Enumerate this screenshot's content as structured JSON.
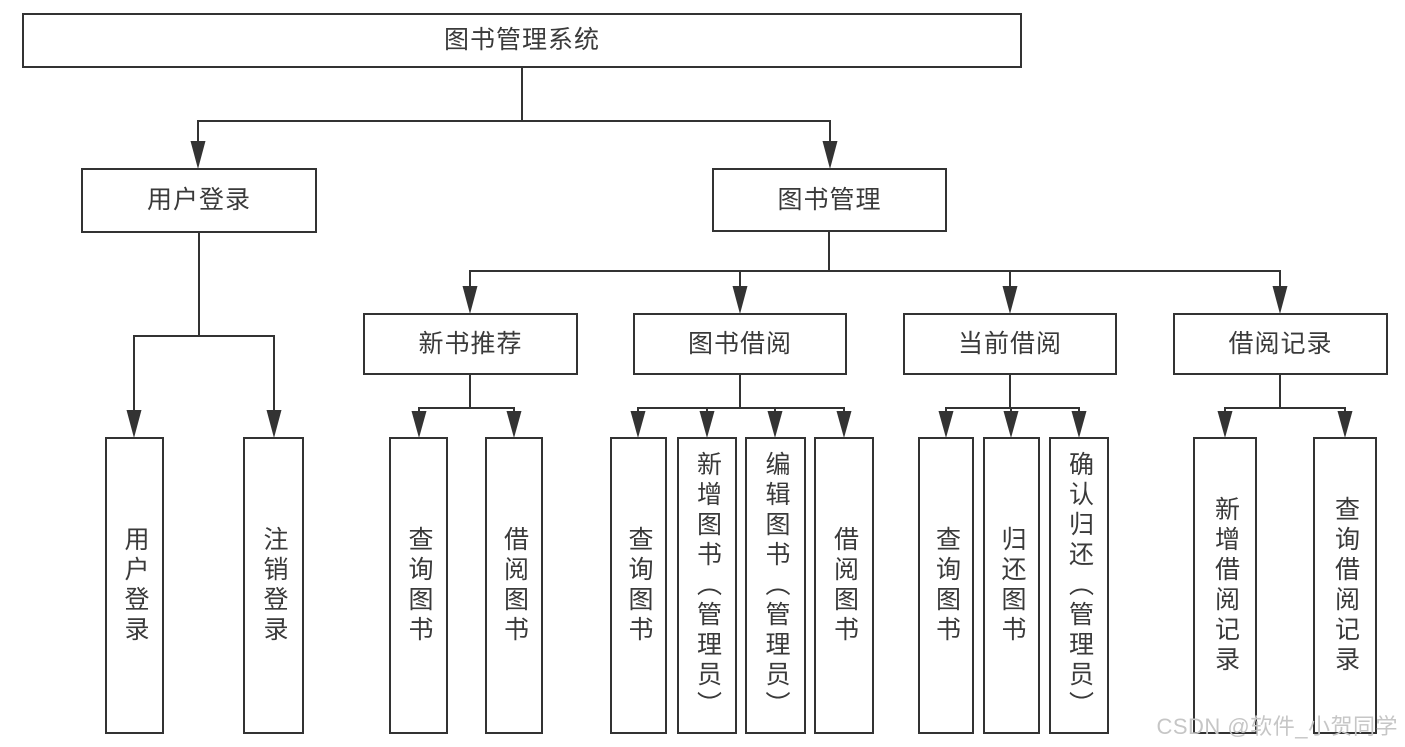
{
  "tree": {
    "root": {
      "label": "图书管理系统"
    },
    "children": [
      {
        "label": "用户登录",
        "children": [
          {
            "label": "用户登录"
          },
          {
            "label": "注销登录"
          }
        ]
      },
      {
        "label": "图书管理",
        "children": [
          {
            "label": "新书推荐",
            "children": [
              {
                "label": "查询图书"
              },
              {
                "label": "借阅图书"
              }
            ]
          },
          {
            "label": "图书借阅",
            "children": [
              {
                "label": "查询图书"
              },
              {
                "label": "新增图书（管理员）"
              },
              {
                "label": "编辑图书（管理员）"
              },
              {
                "label": "借阅图书"
              }
            ]
          },
          {
            "label": "当前借阅",
            "children": [
              {
                "label": "查询图书"
              },
              {
                "label": "归还图书"
              },
              {
                "label": "确认归还（管理员）"
              }
            ]
          },
          {
            "label": "借阅记录",
            "children": [
              {
                "label": "新增借阅记录"
              },
              {
                "label": "查询借阅记录"
              }
            ]
          }
        ]
      }
    ]
  },
  "watermark": {
    "text": "CSDN @软件_小贺同学"
  },
  "colors": {
    "line": "#333333",
    "border": "#333333",
    "text": "#3a3a3a",
    "watermark": "#c6c6c6",
    "background": "#ffffff"
  }
}
